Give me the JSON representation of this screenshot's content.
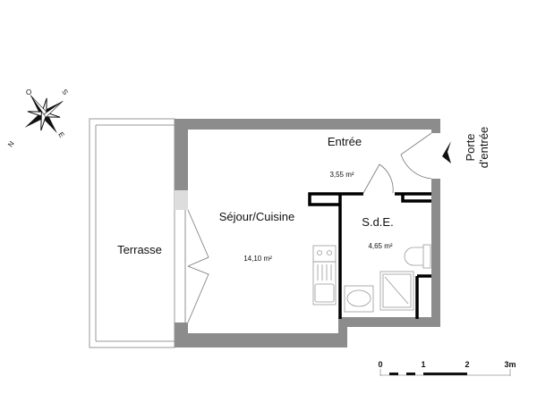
{
  "rooms": {
    "entree": {
      "label": "Entrée",
      "area": "3,55 m²"
    },
    "sejour": {
      "label": "Séjour/Cuisine",
      "area": "14,10 m²"
    },
    "sde": {
      "label": "S.d.E.",
      "area": "4,65 m²"
    },
    "terrasse": {
      "label": "Terrasse"
    }
  },
  "entrance": {
    "line1": "Porte",
    "line2": "d'entrée"
  },
  "compass": {
    "top": "O",
    "right": "S",
    "bottom": "E",
    "left": "N"
  },
  "scale": {
    "ticks": [
      "0",
      "1",
      "2",
      "3m"
    ]
  },
  "colors": {
    "wall": "#8c8c8c",
    "partition": "#000000"
  }
}
